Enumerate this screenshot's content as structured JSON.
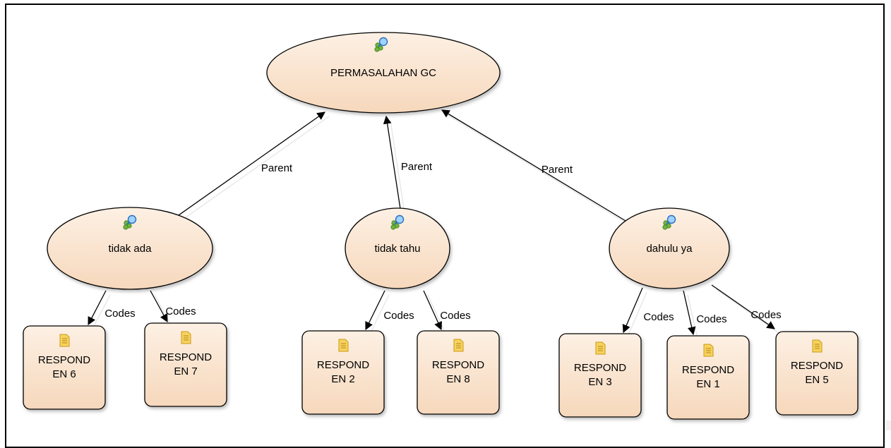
{
  "diagram": {
    "root": {
      "label": "PERMASALAHAN GC",
      "icon": "node-search-icon"
    },
    "edge_labels": {
      "parent": "Parent",
      "codes": "Codes"
    },
    "children": [
      {
        "label": "tidak ada",
        "icon": "node-search-icon",
        "documents": [
          {
            "label": "RESPOND EN 6",
            "icon": "document-icon"
          },
          {
            "label": "RESPOND EN 7",
            "icon": "document-icon"
          }
        ]
      },
      {
        "label": "tidak tahu",
        "icon": "node-search-icon",
        "documents": [
          {
            "label": "RESPOND EN 2",
            "icon": "document-icon"
          },
          {
            "label": "RESPOND EN 8",
            "icon": "document-icon"
          }
        ]
      },
      {
        "label": "dahulu ya",
        "icon": "node-search-icon",
        "documents": [
          {
            "label": "RESPOND EN 3",
            "icon": "document-icon"
          },
          {
            "label": "RESPOND EN 1",
            "icon": "document-icon"
          },
          {
            "label": "RESPOND EN 5",
            "icon": "document-icon"
          }
        ]
      }
    ],
    "colors": {
      "node_fill": "#fce8d5",
      "node_stroke": "#000000",
      "edge": "#000000",
      "shadow": "#cccccc"
    }
  }
}
